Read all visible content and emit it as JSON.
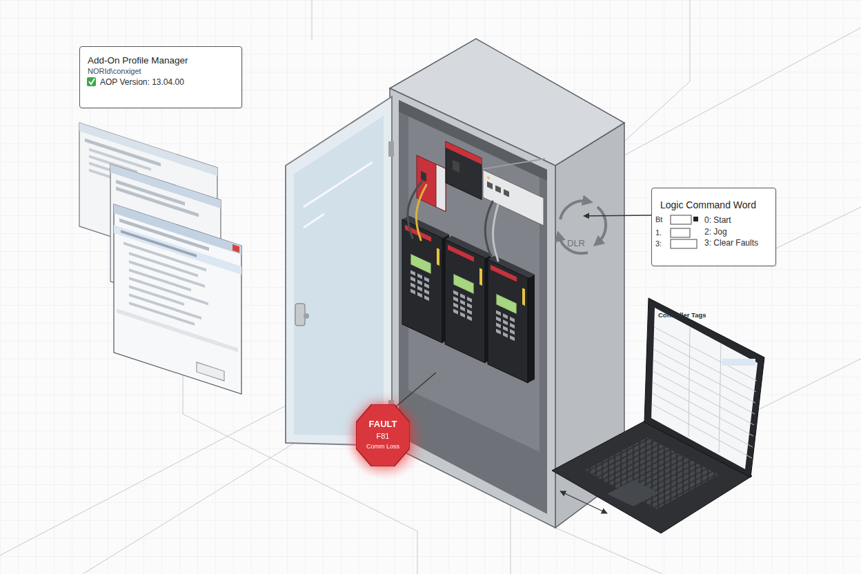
{
  "diagram": {
    "nodes": [
      {
        "text": [
          "Add-On Profile Manager",
          "NORId\\conxiget",
          "AOP Version: 13.04.00"
        ]
      },
      {
        "text": [
          "Logic Command Word",
          "Bt",
          "1.",
          "3:",
          "0: Start",
          "2: Jog",
          "3: Clear Faults"
        ]
      },
      {
        "text": [
          "FAULT",
          "F81",
          "Comm Loss"
        ]
      },
      {
        "text": [
          "Controller Tags"
        ]
      }
    ],
    "labels": [
      "DLR"
    ]
  }
}
